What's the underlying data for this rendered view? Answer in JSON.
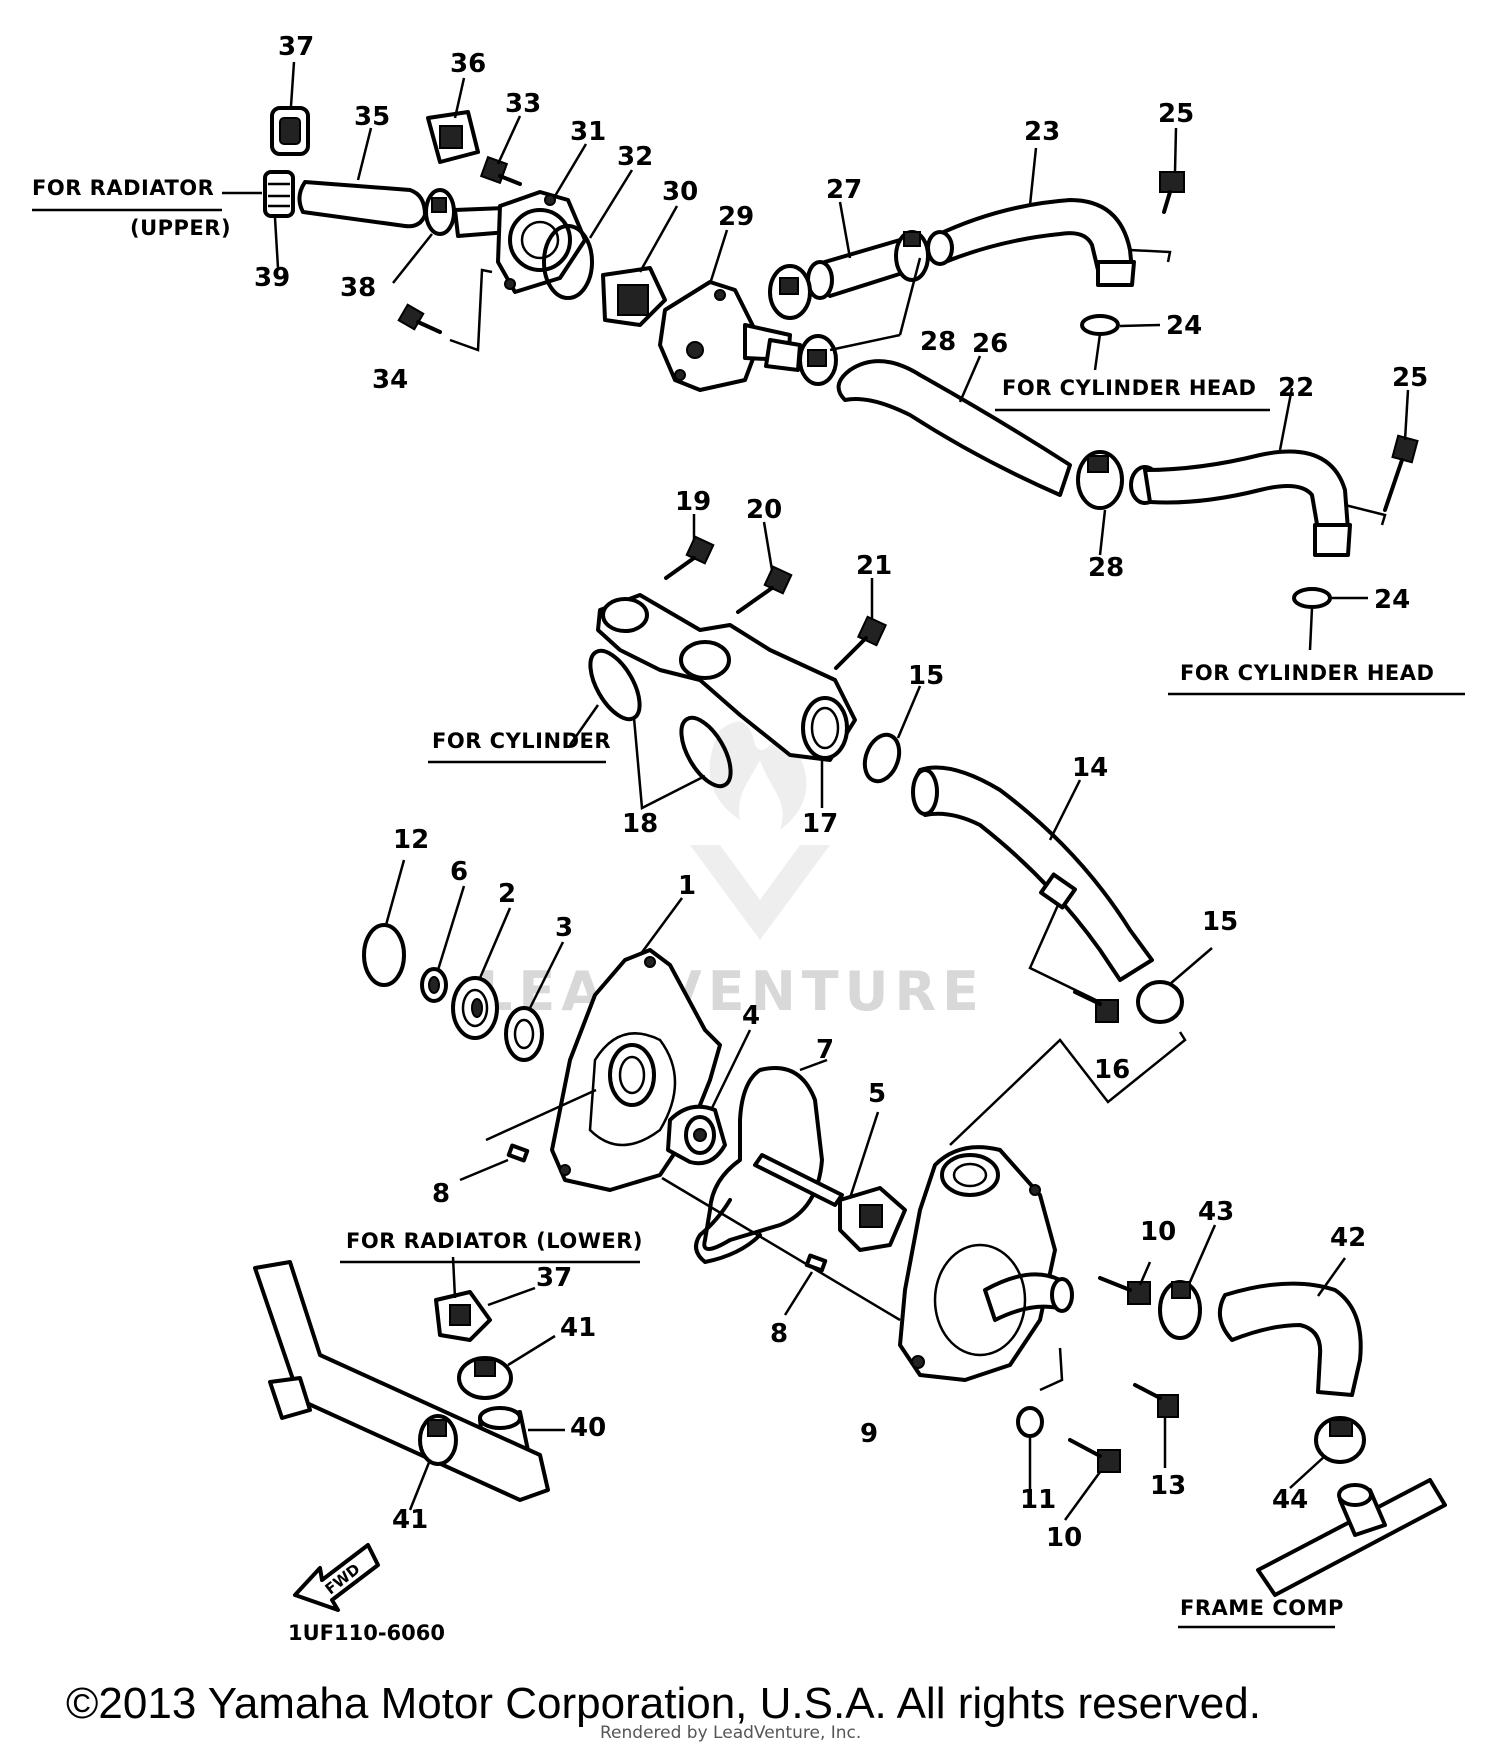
{
  "diagram": {
    "part_numbers": {
      "p1": "1",
      "p2": "2",
      "p3": "3",
      "p4": "4",
      "p5": "5",
      "p6": "6",
      "p7": "7",
      "p8a": "8",
      "p8b": "8",
      "p9": "9",
      "p10a": "10",
      "p10b": "10",
      "p11": "11",
      "p12": "12",
      "p13": "13",
      "p14": "14",
      "p15a": "15",
      "p15b": "15",
      "p16": "16",
      "p17": "17",
      "p18": "18",
      "p19": "19",
      "p20": "20",
      "p21": "21",
      "p22": "22",
      "p23": "23",
      "p24a": "24",
      "p24b": "24",
      "p25a": "25",
      "p25b": "25",
      "p26": "26",
      "p27": "27",
      "p28a": "28",
      "p28b": "28",
      "p29": "29",
      "p30": "30",
      "p31": "31",
      "p32": "32",
      "p33": "33",
      "p34": "34",
      "p35": "35",
      "p36": "36",
      "p37a": "37",
      "p37b": "37",
      "p38": "38",
      "p39": "39",
      "p40": "40",
      "p41a": "41",
      "p41b": "41",
      "p42": "42",
      "p43": "43",
      "p44": "44"
    },
    "labels": {
      "for_radiator": "FOR RADIATOR",
      "upper": "(UPPER)",
      "for_cylinder_head_1": "FOR CYLINDER HEAD",
      "for_cylinder_head_2": "FOR CYLINDER HEAD",
      "for_cylinder": "FOR CYLINDER",
      "for_radiator_lower": "FOR RADIATOR (LOWER)",
      "frame_comp": "FRAME COMP",
      "fwd": "FWD"
    },
    "diagram_code": "1UF110-6060",
    "watermark": "LEADVENTURE"
  },
  "footer": {
    "copyright": "©2013 Yamaha Motor Corporation, U.S.A. All rights reserved.",
    "rendered_by": "Rendered by LeadVenture, Inc."
  }
}
